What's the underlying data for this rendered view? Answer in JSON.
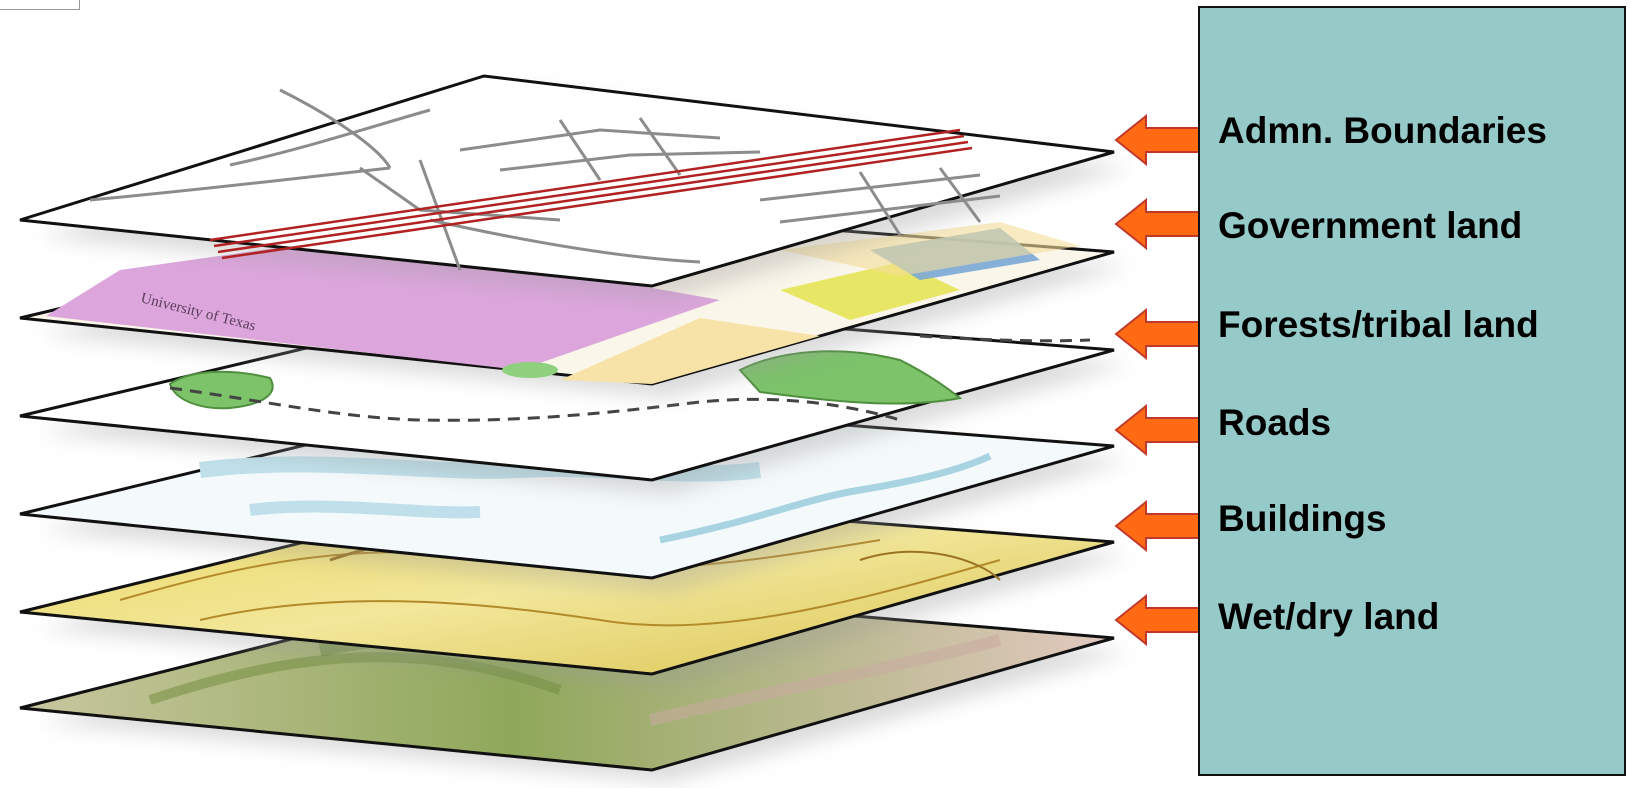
{
  "legend": {
    "items": [
      {
        "label": "Admn. Boundaries"
      },
      {
        "label": "Government land"
      },
      {
        "label": "Forests/tribal land"
      },
      {
        "label": "Roads"
      },
      {
        "label": "Buildings"
      },
      {
        "label": "Wet/dry land"
      }
    ]
  },
  "colors": {
    "panel": "#96cac9",
    "arrow": "#ff6a13",
    "arrow_outline": "#c0392b",
    "wet_dry_layer": "#e6cf62",
    "water_layer": "#d6ecf0",
    "government_layer": "#dca6dc",
    "forest_green": "#7cc36a",
    "road_red": "#b22222",
    "terrain_layer": "#b9c08a"
  }
}
